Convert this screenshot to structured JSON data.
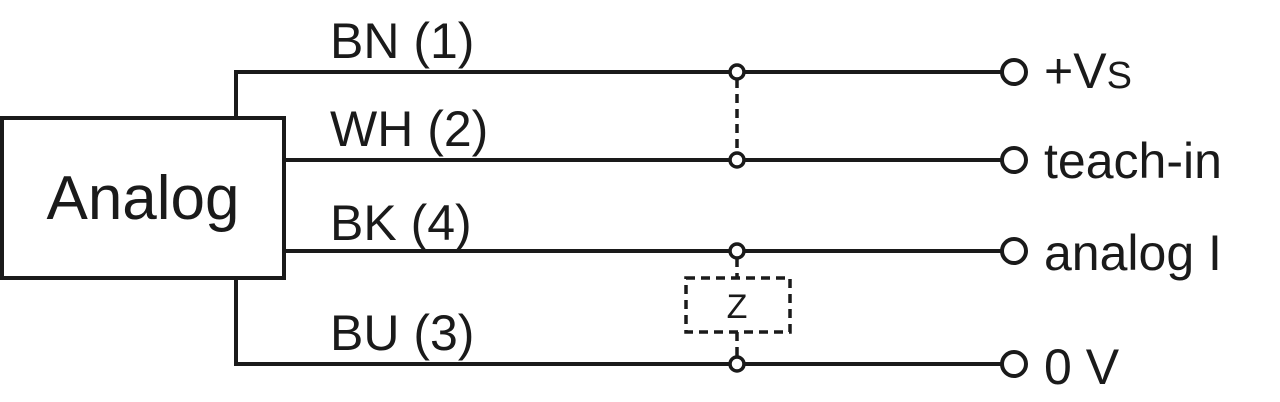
{
  "diagram": {
    "box_label": "Analog",
    "wires": [
      {
        "label": "BN (1)",
        "terminal": "+V",
        "terminal_sub": "S"
      },
      {
        "label": "WH (2)",
        "terminal": "teach-in"
      },
      {
        "label": "BK (4)",
        "terminal": "analog I"
      },
      {
        "label": "BU (3)",
        "terminal": "0 V"
      }
    ],
    "load_label": "Z"
  }
}
